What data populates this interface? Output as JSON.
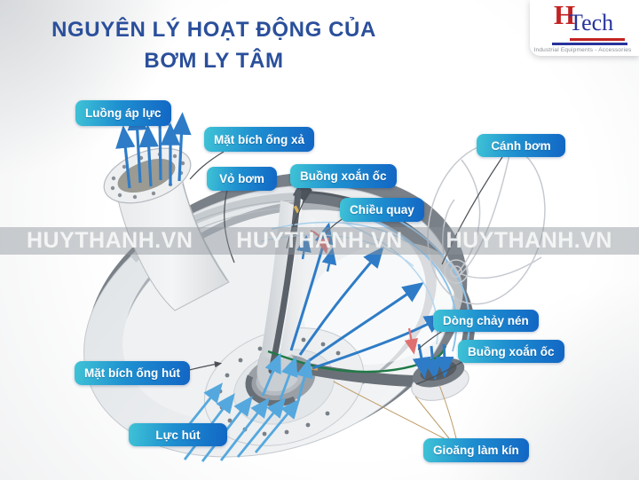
{
  "title": {
    "line1": "NGUYÊN LÝ HOẠT ĐỘNG CỦA",
    "line2": "BƠM LY TÂM"
  },
  "logo": {
    "letter_h": "H",
    "word_tech": "Tech",
    "tagline": "Industrial Equipments - Accessories"
  },
  "watermark": {
    "text": "HUYTHANH.VN"
  },
  "callouts": [
    {
      "id": "luong-ap-luc",
      "text": "Luồng áp lực"
    },
    {
      "id": "mat-bich-ong-xa",
      "text": "Mặt bích ống xả"
    },
    {
      "id": "vo-bom",
      "text": "Vỏ bơm"
    },
    {
      "id": "buong-xoan-oc-tren",
      "text": "Buồng xoắn ốc"
    },
    {
      "id": "chieu-quay",
      "text": "Chiều quay"
    },
    {
      "id": "canh-bom",
      "text": "Cánh bơm"
    },
    {
      "id": "dong-chay-nen",
      "text": "Dòng chảy nén"
    },
    {
      "id": "buong-xoan-oc-duoi",
      "text": "Buồng xoắn ốc"
    },
    {
      "id": "mat-bich-ong-hut",
      "text": "Mặt bích ống hút"
    },
    {
      "id": "luc-hut",
      "text": "Lực hút"
    },
    {
      "id": "gioang-lam-kin",
      "text": "Gioăng làm kín"
    }
  ],
  "colors": {
    "title_blue": "#2a4f9b",
    "pill_gradient_start": "#3fc3d6",
    "pill_gradient_end": "#1266c4",
    "flow_arrow_blue": "#2e7cc7",
    "suction_arrow_blue": "#55a8de",
    "rotation_arrow_red": "#e07070",
    "seal_green": "#1f7a46",
    "gasket_tan": "#cfa45e",
    "logo_red": "#c32222",
    "logo_blue": "#27339b"
  }
}
